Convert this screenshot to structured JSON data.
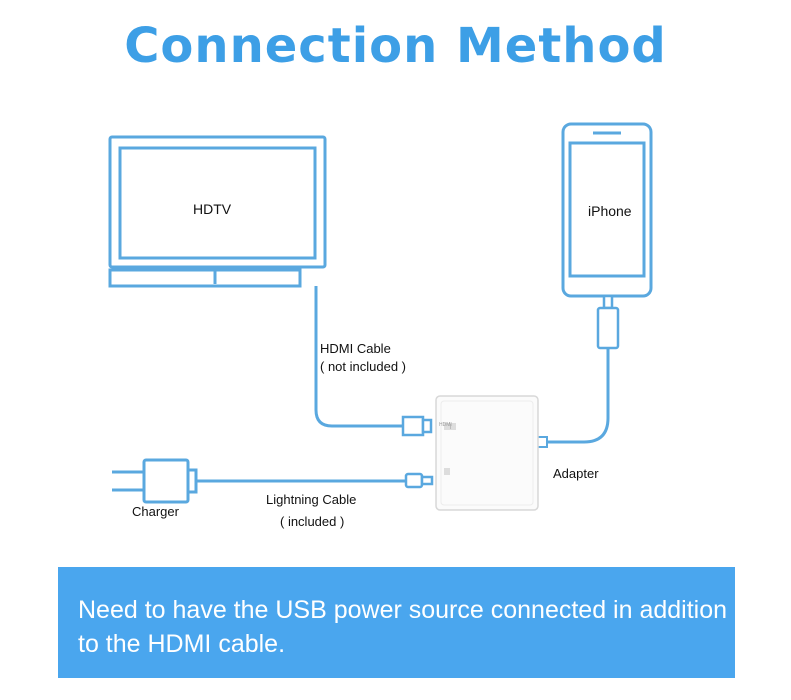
{
  "title": "Connection Method",
  "labels": {
    "hdtv": "HDTV",
    "iphone": "iPhone",
    "hdmi_cable": "HDMI Cable",
    "hdmi_cable_note": "( not included )",
    "adapter": "Adapter",
    "charger": "Charger",
    "lightning_cable": "Lightning Cable",
    "lightning_cable_note": "( included )",
    "adapter_port_hdmi": "HDMI"
  },
  "banner": {
    "text": "Need to have the USB power source connected in addition\nto the HDMI cable."
  },
  "colors": {
    "title": "#3d9fe6",
    "outline": "#5aa8df",
    "banner": "#4aa6ee"
  },
  "icons": [
    "tv-icon",
    "iphone-icon",
    "adapter-icon",
    "charger-icon",
    "hdmi-plug-icon",
    "lightning-plug-icon"
  ]
}
